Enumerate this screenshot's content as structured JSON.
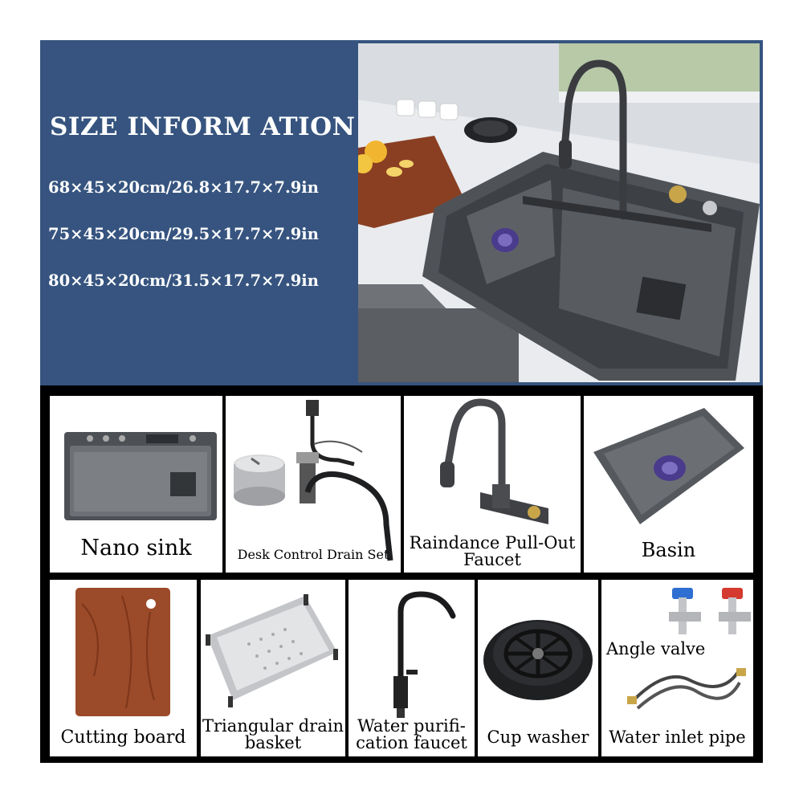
{
  "size_info": {
    "title": "SIZE INFORM ATION",
    "sizes": [
      "68×45×20cm/26.8×17.7×7.9in",
      "75×45×20cm/29.5×17.7×7.9in",
      "80×45×20cm/31.5×17.7×7.9in"
    ]
  },
  "accessories": {
    "nano_sink": {
      "label": "Nano sink"
    },
    "drain_set": {
      "label": "Desk Control Drain Set"
    },
    "faucet": {
      "line1": "Raindance Pull-Out",
      "line2": "Faucet"
    },
    "basin": {
      "label": "Basin"
    },
    "cutting_board": {
      "label": "Cutting board"
    },
    "drain_basket": {
      "line1": "Triangular drain",
      "line2": "basket"
    },
    "purification_faucet": {
      "line1": "Water purifi-",
      "line2": "cation faucet"
    },
    "cup_washer": {
      "label": "Cup washer"
    },
    "angle_valve": {
      "label": "Angle valve"
    },
    "inlet_pipe": {
      "label": "Water inlet pipe"
    }
  },
  "colors": {
    "banner_blue": "#36547f",
    "sink_gray": "#55595e",
    "brass": "#c9a54a",
    "drain_purple": "#4b3b8c",
    "board_wood": "#9b4a2a"
  }
}
